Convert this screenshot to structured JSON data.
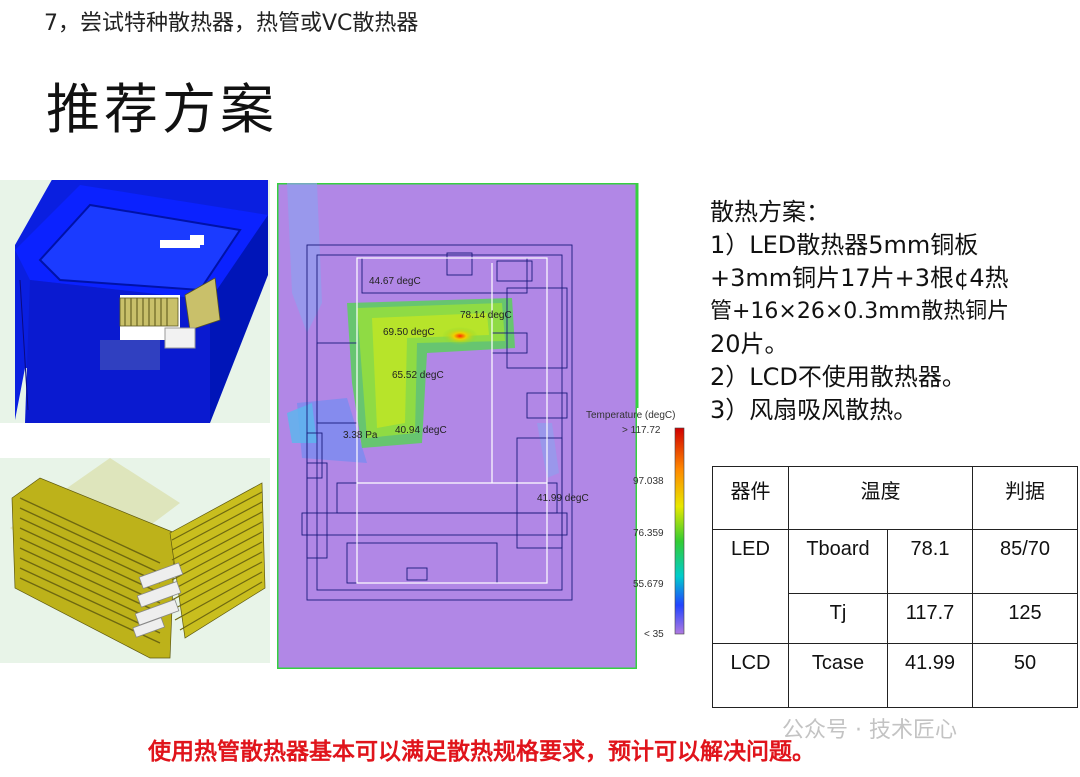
{
  "header": {
    "note": "7，尝试特种散热器，热管或VC散热器",
    "title": "推荐方案"
  },
  "simulation": {
    "probes": [
      "44.67 degC",
      "78.14 degC",
      "69.50 degC",
      "65.52 degC",
      "40.94 degC",
      "3.38 Pa",
      "41.99 degC"
    ],
    "legend": {
      "title": "Temperature (degC)",
      "ticks": [
        "> 117.72",
        "97.038",
        "76.359",
        "55.679",
        "< 35"
      ]
    }
  },
  "notes": {
    "heading": "散热方案：",
    "lines": [
      "1）LED散热器5mm铜板",
      "+3mm铜片17片+3根¢4热",
      "管+16×26×0.3mm散热铜片",
      "20片。",
      "2）LCD不使用散热器。",
      "3）风扇吸风散热。"
    ]
  },
  "table": {
    "headers": [
      "器件",
      "温度",
      "判据"
    ],
    "rows": [
      {
        "device": "LED",
        "name": "Tboard",
        "temp": "78.1",
        "limit": "85/70"
      },
      {
        "device": "",
        "name": "Tj",
        "temp": "117.7",
        "limit": "125"
      },
      {
        "device": "LCD",
        "name": "Tcase",
        "temp": "41.99",
        "limit": "50"
      }
    ]
  },
  "conclusion": "使用热管散热器基本可以满足散热规格要求，预计可以解决问题。",
  "watermark": "公众号 · 技术匠心"
}
